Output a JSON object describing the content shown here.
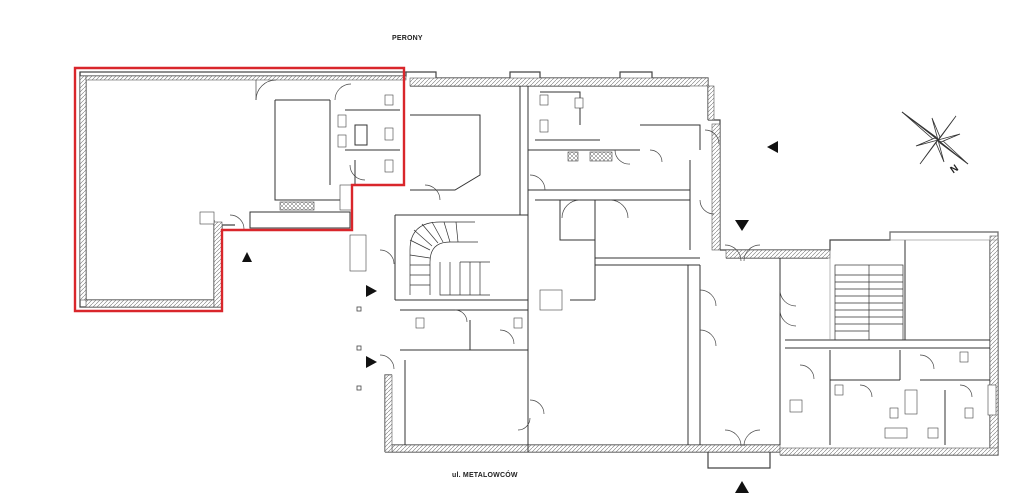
{
  "labels": {
    "top": "PERONY",
    "bottom": "ul. METALOWCÓW",
    "compass": "N"
  },
  "colors": {
    "wall": "#555555",
    "line": "#333333",
    "highlight": "#d9262b"
  }
}
